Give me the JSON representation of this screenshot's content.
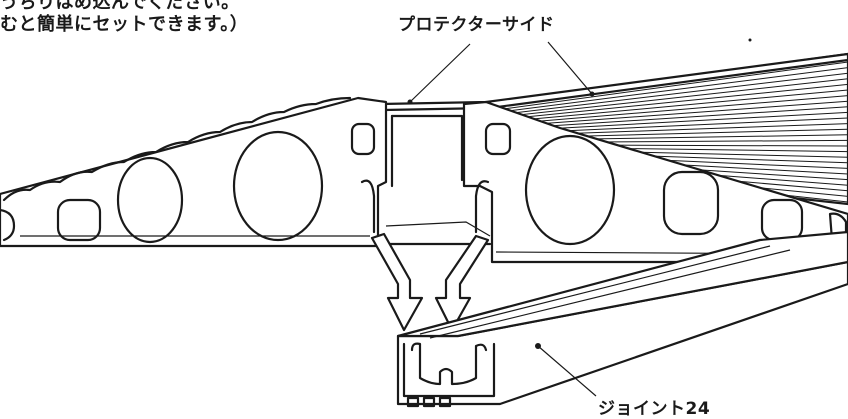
{
  "notes": [
    "うちりはめ込んでください。",
    "むと簡単にセットできます。）"
  ],
  "labels": {
    "protector_side": "プロテクターサイド",
    "joint": "ジョイント24"
  }
}
